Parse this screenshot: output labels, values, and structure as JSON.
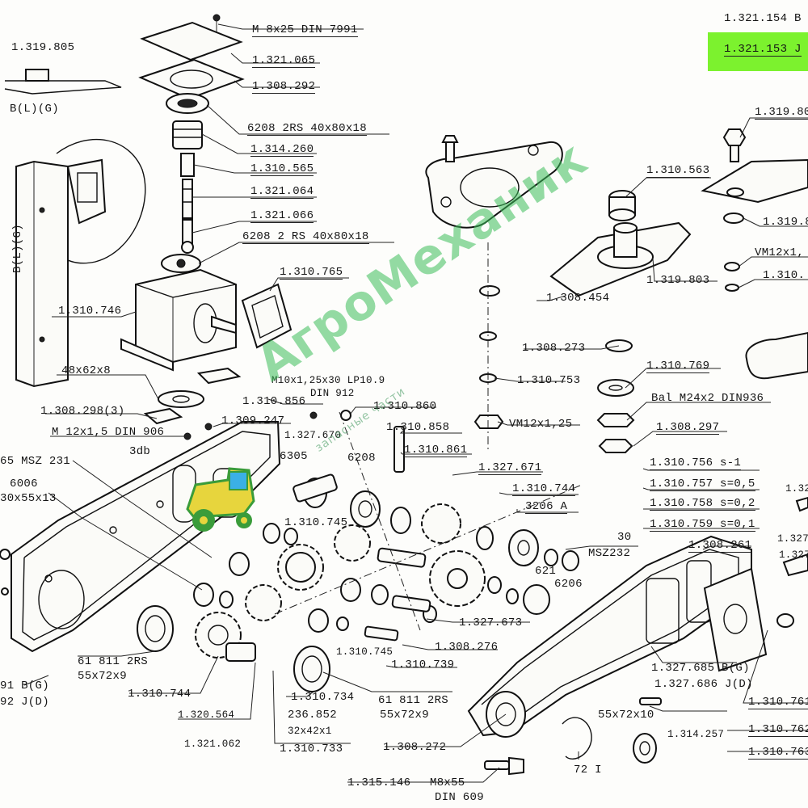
{
  "labels": [
    {
      "text": "1.321.154 B",
      "small": false
    },
    {
      "text": "1.321.153 J",
      "small": false
    },
    {
      "text": "M 8x25 DIN 7991",
      "small": false
    },
    {
      "text": "1.321.065",
      "small": false
    },
    {
      "text": "1.308.292",
      "small": false
    },
    {
      "text": "6208 2RS 40x80x18",
      "small": false
    },
    {
      "text": "1.314.260",
      "small": false
    },
    {
      "text": "1.310.565",
      "small": false
    },
    {
      "text": "1.321.064",
      "small": false
    },
    {
      "text": "1.321.066",
      "small": false
    },
    {
      "text": "6208 2 RS 40x80x18",
      "small": false
    },
    {
      "text": "1.310.765",
      "small": false
    },
    {
      "text": "1.310.746",
      "small": false
    },
    {
      "text": "48x62x8",
      "small": false
    },
    {
      "text": "1.308.298(3)",
      "small": false
    },
    {
      "text": "M 12x1,5 DIN 906",
      "small": false
    },
    {
      "text": "3db",
      "small": false
    },
    {
      "text": "1.319.805",
      "small": false
    },
    {
      "text": "B(L)(G)",
      "small": false
    },
    {
      "text": "B(L)(G)",
      "small": false
    },
    {
      "text": "1.310.563",
      "small": false
    },
    {
      "text": "1.319.803",
      "small": false
    },
    {
      "text": "1.308.454",
      "small": false
    },
    {
      "text": "1.308.273",
      "small": false
    },
    {
      "text": "1.310.753",
      "small": false
    },
    {
      "text": "1.310.769",
      "small": false
    },
    {
      "text": "Bal M24x2 DIN936",
      "small": false
    },
    {
      "text": "VM12x1,25",
      "small": false
    },
    {
      "text": "1.308.297",
      "small": false
    },
    {
      "text": "1.319.80",
      "small": false
    },
    {
      "text": "1.319.8",
      "small": false
    },
    {
      "text": "VM12x1,",
      "small": false
    },
    {
      "text": "1.310.",
      "small": false
    },
    {
      "text": "M10x1,25x30 LP10.9",
      "small": true
    },
    {
      "text": "DIN 912",
      "small": true
    },
    {
      "text": "1.310.856",
      "small": false
    },
    {
      "text": "1.310.860",
      "small": false
    },
    {
      "text": "1.310.858",
      "small": false
    },
    {
      "text": "1.309.247",
      "small": false
    },
    {
      "text": "1.327.670",
      "small": true
    },
    {
      "text": "6305",
      "small": false
    },
    {
      "text": "6208",
      "small": false
    },
    {
      "text": "1.310.861",
      "small": false
    },
    {
      "text": "1.327.671",
      "small": false
    },
    {
      "text": "1.310.756 s-1",
      "small": false
    },
    {
      "text": "1.310.757 s=0,5",
      "small": false
    },
    {
      "text": "1.310.758 s=0,2",
      "small": false
    },
    {
      "text": "1.310.759 s=0,1",
      "small": false
    },
    {
      "text": "1.310.744",
      "small": false
    },
    {
      "text": "3206 A",
      "small": false
    },
    {
      "text": "30",
      "small": false
    },
    {
      "text": "MSZ232",
      "small": false
    },
    {
      "text": "1.308.261",
      "small": false
    },
    {
      "text": "621",
      "small": false
    },
    {
      "text": "6206",
      "small": false
    },
    {
      "text": "1.310.745",
      "small": false
    },
    {
      "text": "1.327.673",
      "small": false
    },
    {
      "text": "1.308.276",
      "small": false
    },
    {
      "text": "1.310.739",
      "small": false
    },
    {
      "text": "1.310.745",
      "small": true
    },
    {
      "text": "65 MSZ 231",
      "small": false
    },
    {
      "text": "6006",
      "small": false
    },
    {
      "text": "30x55x13",
      "small": false
    },
    {
      "text": "61 811 2RS",
      "small": false
    },
    {
      "text": "55x72x9",
      "small": false
    },
    {
      "text": "1.310.744",
      "small": false
    },
    {
      "text": "1.320.564",
      "small": true
    },
    {
      "text": "1.321.062",
      "small": true
    },
    {
      "text": "1.310.734",
      "small": false
    },
    {
      "text": "236.852",
      "small": false
    },
    {
      "text": "32x42x1",
      "small": true
    },
    {
      "text": "1.310.733",
      "small": false
    },
    {
      "text": "61 811 2RS",
      "small": false
    },
    {
      "text": "55x72x9",
      "small": false
    },
    {
      "text": "1.308.272",
      "small": false
    },
    {
      "text": "1.315.146",
      "small": false
    },
    {
      "text": "M8x55",
      "small": false
    },
    {
      "text": "DIN 609",
      "small": false
    },
    {
      "text": "72 I",
      "small": false
    },
    {
      "text": "55x72x10",
      "small": false
    },
    {
      "text": "1.314.257",
      "small": true
    },
    {
      "text": "1.327.685 B(G)",
      "small": false
    },
    {
      "text": "1.327.686 J(D)",
      "small": false
    },
    {
      "text": "1.310.761",
      "small": false
    },
    {
      "text": "1.310.762",
      "small": false
    },
    {
      "text": "1.310.763",
      "small": false
    },
    {
      "text": "1.327",
      "small": true
    },
    {
      "text": "1.327",
      "small": true
    },
    {
      "text": "1.327.6",
      "small": true
    },
    {
      "text": "91 B(G)",
      "small": false
    },
    {
      "text": "92 J(D)",
      "small": false
    }
  ],
  "watermark": {
    "brand": "АгроМеханик",
    "tagline": "запасные части",
    "color": "#3cbe5a"
  },
  "highlight_color": "#7cf22e"
}
